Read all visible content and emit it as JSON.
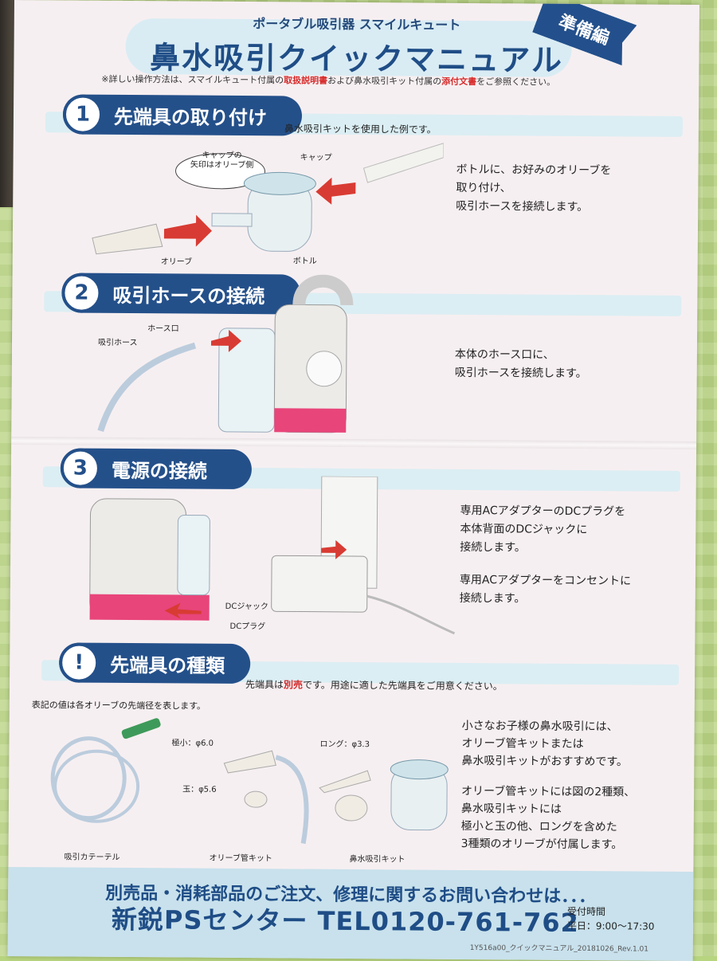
{
  "header": {
    "subtitle": "ポータブル吸引器 スマイルキュート",
    "title": "鼻水吸引クイックマニュアル",
    "tag": "準備編",
    "note_prefix": "※詳しい操作方法は、スマイルキュート付属の",
    "note_link1": "取扱説明書",
    "note_mid": "および鼻水吸引キット付属の",
    "note_link2": "添付文書",
    "note_suffix": "をご参照ください。"
  },
  "section1": {
    "number": "1",
    "title": "先端具の取り付け",
    "caption": "鼻水吸引キットを使用した例です。",
    "labels": {
      "cap_note_1": "キャップの",
      "cap_note_2": "矢印はオリーブ側",
      "cap": "キャップ",
      "olive": "オリーブ",
      "bottle": "ボトル"
    },
    "desc_line1": "ボトルに、お好みのオリーブを",
    "desc_line2": "取り付け、",
    "desc_line3": "吸引ホースを接続します。"
  },
  "section2": {
    "number": "2",
    "title": "吸引ホースの接続",
    "labels": {
      "hose_port": "ホース口",
      "hose": "吸引ホース"
    },
    "desc_line1": "本体のホース口に、",
    "desc_line2": "吸引ホースを接続します。"
  },
  "section3": {
    "number": "3",
    "title": "電源の接続",
    "labels": {
      "dc_jack": "DCジャック",
      "dc_plug": "DCプラグ"
    },
    "desc_line1": "専用ACアダプターのDCプラグを",
    "desc_line2": "本体背面のDCジャックに",
    "desc_line3": "接続します。",
    "desc_line4": "専用ACアダプターをコンセントに",
    "desc_line5": "接続します。"
  },
  "section4": {
    "number": "!",
    "title": "先端具の種類",
    "caption_prefix": "先端具は",
    "caption_red": "別売",
    "caption_suffix": "です。用途に適した先端具をご用意ください。",
    "note": "表記の値は各オリーブの先端径を表します。",
    "labels": {
      "mini": "極小：φ6.0",
      "ball": "玉：φ5.6",
      "long": "ロング：φ3.3",
      "catheter": "吸引カテーテル",
      "olive_kit": "オリーブ管キット",
      "nasal_kit": "鼻水吸引キット"
    },
    "desc_line1": "小さなお子様の鼻水吸引には、",
    "desc_line2": "オリーブ管キットまたは",
    "desc_line3": "鼻水吸引キットがおすすめです。",
    "desc_line4": "オリーブ管キットには図の2種類、",
    "desc_line5": "鼻水吸引キットには",
    "desc_line6": "極小と玉の他、ロングを含めた",
    "desc_line7": "3種類のオリーブが付属します。"
  },
  "footer": {
    "line1": "別売品・消耗部品のご注文、修理に関するお問い合わせは．．．",
    "center": "新鋭PSセンター TEL0120-761-762",
    "hours_label": "受付時間",
    "hours": "平日：9:00〜17:30",
    "code": "1Y516a00_クイックマニュアル_20181026_Rev.1.01"
  },
  "colors": {
    "navy": "#24508a",
    "light_blue": "#d9ecf4",
    "red_text": "#d62a2a",
    "pink_base": "#e8457a",
    "paper": "#f6eff1"
  }
}
